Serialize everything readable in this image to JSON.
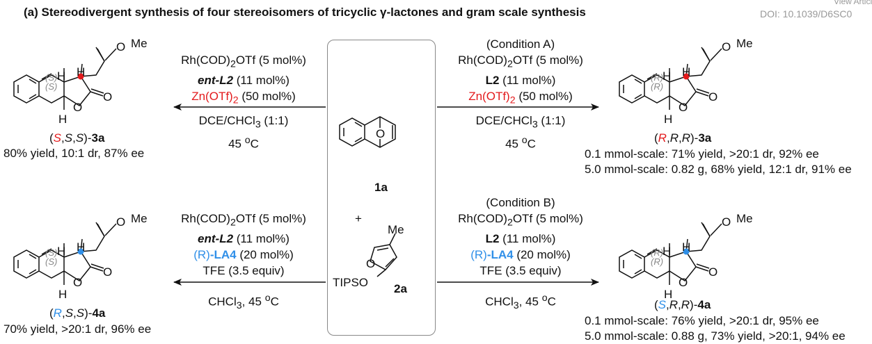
{
  "title": "(a) Stereodivergent synthesis of four stereoisomers of tricyclic γ-lactones and gram scale synthesis",
  "doi": "DOI: 10.1039/D6SC0",
  "view_article": "View Article",
  "labels": {
    "H": "H",
    "O": "O",
    "Me": "Me",
    "S": "(S)",
    "R": "(R)",
    "TIPSO": "TIPSO",
    "plus": "+"
  },
  "substrate_1": "1a",
  "substrate_2": "2a",
  "conditions": {
    "top_left": {
      "catalyst": "Rh(COD)",
      "cat_sub": "2",
      "cat_tail": "OTf (5 mol%)",
      "ligand": "ent-L2",
      "ligand_tail": " (11 mol%)",
      "lewis_acid": "Zn(OTf)",
      "la_sub": "2",
      "la_tail": " (50 mol%)",
      "solvent": "DCE/CHCl",
      "solv_sub": "3",
      "solv_tail": " (1:1)",
      "temp": "45 ",
      "temp_sup": "o",
      "temp_unit": "C"
    },
    "top_right": {
      "name": "(Condition A)",
      "catalyst": "Rh(COD)",
      "cat_sub": "2",
      "cat_tail": "OTf (5 mol%)",
      "ligand": "L2",
      "ligand_tail": " (11 mol%)",
      "lewis_acid": "Zn(OTf)",
      "la_sub": "2",
      "la_tail": " (50 mol%)",
      "solvent": "DCE/CHCl",
      "solv_sub": "3",
      "solv_tail": " (1:1)",
      "temp": "45 ",
      "temp_sup": "o",
      "temp_unit": "C"
    },
    "bottom_left": {
      "catalyst": "Rh(COD)",
      "cat_sub": "2",
      "cat_tail": "OTf (5 mol%)",
      "ligand": "ent-L2",
      "ligand_tail": " (11 mol%)",
      "additive_pre": "(R)",
      "additive": "-LA4",
      "additive_tail": " (20 mol%)",
      "tfe": "TFE (3.5 equiv)",
      "solvent": "CHCl",
      "solv_sub": "3",
      "solv_tail": ", 45 ",
      "temp_sup": "o",
      "temp_unit": "C"
    },
    "bottom_right": {
      "name": "(Condition B)",
      "catalyst": "Rh(COD)",
      "cat_sub": "2",
      "cat_tail": "OTf (5 mol%)",
      "ligand": "L2",
      "ligand_tail": " (11 mol%)",
      "additive_pre": "(R)",
      "additive": "-LA4",
      "additive_tail": " (20 mol%)",
      "tfe": "TFE (3.5 equiv)",
      "solvent": "CHCl",
      "solv_sub": "3",
      "solv_tail": ", 45 ",
      "temp_sup": "o",
      "temp_unit": "C"
    }
  },
  "products": {
    "p1": {
      "open": "(",
      "c1": "S",
      "sep1": ",",
      "c2": "S",
      "sep2": ",",
      "c3": "S",
      "close": ")-",
      "id": "3a",
      "results": [
        "80% yield, 10:1 dr, 87% ee"
      ]
    },
    "p2": {
      "open": "(",
      "c1": "R",
      "sep1": ",",
      "c2": "R",
      "sep2": ",",
      "c3": "R",
      "close": ")-",
      "id": "3a",
      "results": [
        "0.1 mmol-scale: 71% yield, >20:1 dr, 92% ee",
        "5.0 mmol-scale: 0.82 g, 68% yield, 12:1 dr, 91% ee"
      ]
    },
    "p3": {
      "open": "(",
      "c1": "R",
      "sep1": ",",
      "c2": "S",
      "sep2": ",",
      "c3": "S",
      "close": ")-",
      "id": "4a",
      "results": [
        "70% yield, >20:1 dr, 96% ee"
      ]
    },
    "p4": {
      "open": "(",
      "c1": "S",
      "sep1": ",",
      "c2": "R",
      "sep2": ",",
      "c3": "R",
      "close": ")-",
      "id": "4a",
      "results": [
        "0.1 mmol-scale: 76% yield, >20:1 dr, 95% ee",
        "5.0 mmol-scale: 0.88 g, 73% yield, >20:1, 94% ee"
      ]
    }
  },
  "colors": {
    "red": "#e31a1c",
    "blue": "#2f8fe8",
    "border": "#888888",
    "stereo_label": "#888888"
  }
}
